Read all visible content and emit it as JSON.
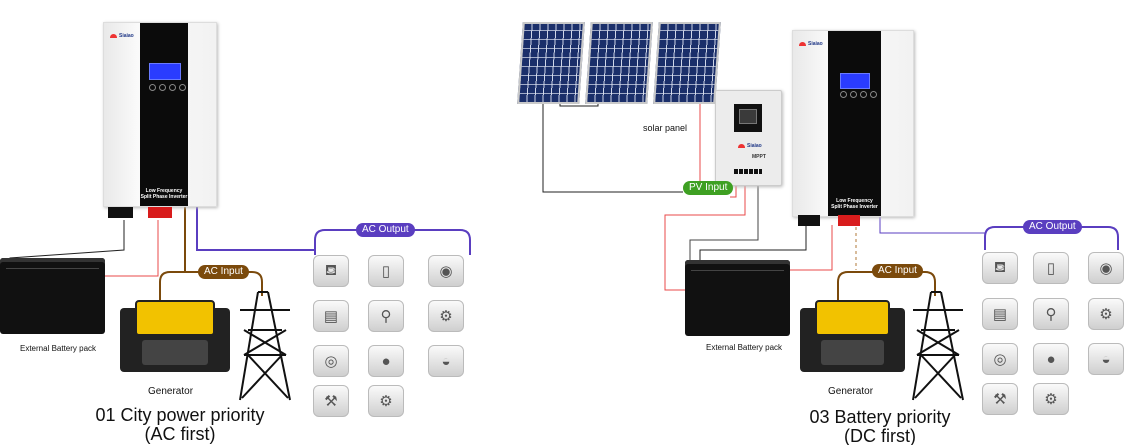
{
  "colors": {
    "ac_input": "#7b4a0c",
    "ac_output": "#5a3ec0",
    "pv_input": "#3ea022",
    "red_wire": "#e84a4a",
    "black_wire": "#222222"
  },
  "inverter": {
    "brand": "Siaiao",
    "label_line1": "Low Frequency",
    "label_line2": "Split Phase Inverter"
  },
  "controller": {
    "brand": "Siaiao",
    "label": "MPPT"
  },
  "left": {
    "ac_input": "AC Input",
    "ac_output": "AC Output",
    "battery_label": "External Battery pack",
    "generator_label": "Generator",
    "title_line1": "01 City power priority",
    "title_line2": "(AC first)"
  },
  "right": {
    "pv_input": "PV Input",
    "solar_label": "solar panel",
    "ac_input": "AC Input",
    "ac_output": "AC Output",
    "battery_label": "External Battery pack",
    "generator_label": "Generator",
    "title_line1": "03 Battery priority",
    "title_line2": "(DC first)"
  },
  "appliances": [
    {
      "icon": "juicer-icon",
      "glyph": "⛾"
    },
    {
      "icon": "refrigerator-icon",
      "glyph": "▯"
    },
    {
      "icon": "rice-cooker-icon",
      "glyph": "◉"
    },
    {
      "icon": "dishwasher-icon",
      "glyph": "▤"
    },
    {
      "icon": "hand-mixer-icon",
      "glyph": "⚲"
    },
    {
      "icon": "meat-grinder-icon",
      "glyph": "⚙"
    },
    {
      "icon": "washing-machine-icon",
      "glyph": "◎"
    },
    {
      "icon": "frying-pan-icon",
      "glyph": "●"
    },
    {
      "icon": "sandwich-maker-icon",
      "glyph": "◒"
    },
    {
      "icon": "electric-drill-icon",
      "glyph": "⚒"
    },
    {
      "icon": "electric-motor-icon",
      "glyph": "⚙"
    }
  ]
}
